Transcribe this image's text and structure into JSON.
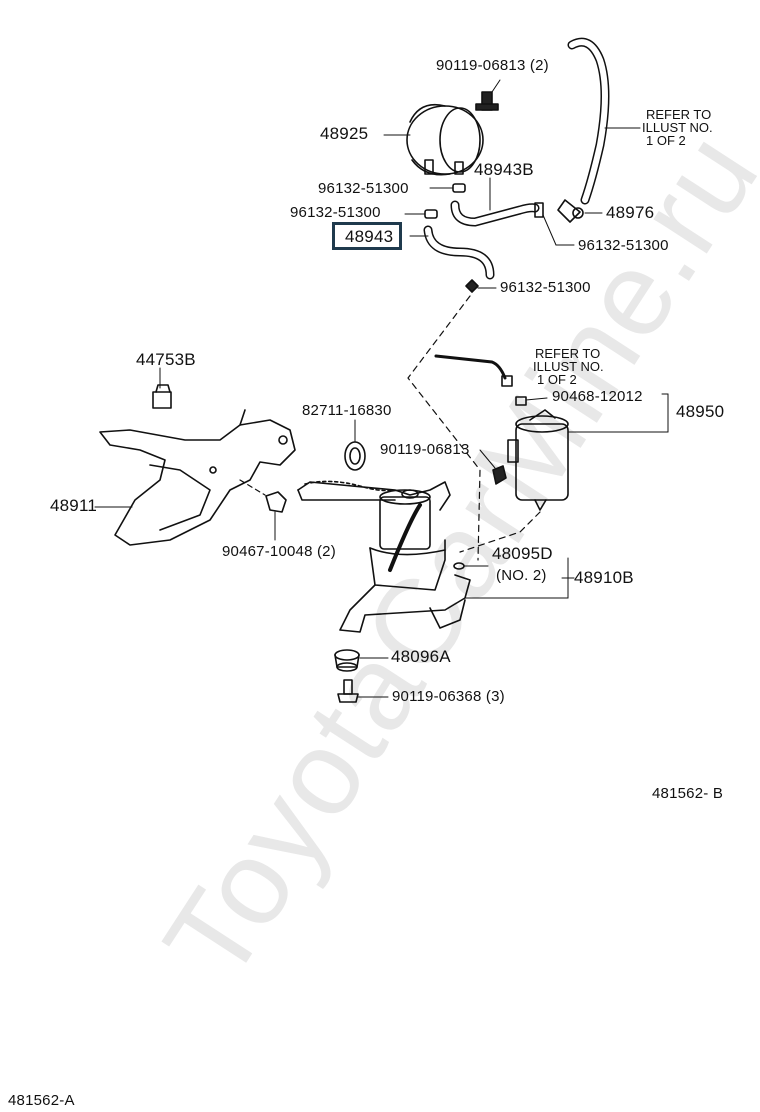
{
  "watermark": "ToyotaCarMine.ru",
  "figure_code_b": "481562- B",
  "figure_code_a": "481562-A",
  "labels": {
    "bolt_top": "90119-06813 (2)",
    "p48925": "48925",
    "clip1": "96132-51300",
    "clip2": "96132-51300",
    "p48943_highlight": "48943",
    "p48943B": "48943B",
    "p48976": "48976",
    "clip3": "96132-51300",
    "clip4": "96132-51300",
    "refer1_l1": "REFER TO",
    "refer1_l2": "ILLUST NO.",
    "refer1_l3": "1 OF 2",
    "refer2_l1": "REFER TO",
    "refer2_l2": "ILLUST NO.",
    "refer2_l3": "1 OF 2",
    "p44753B": "44753B",
    "p82711": "82711-16830",
    "p90468": "90468-12012",
    "p48950": "48950",
    "p90119_b": "90119-06813",
    "p48911": "48911",
    "p90467": "90467-10048 (2)",
    "p48095D": "48095D",
    "no2": "(NO. 2)",
    "p48910B": "48910B",
    "p48096A": "48096A",
    "p90119_c": "90119-06368 (3)"
  }
}
